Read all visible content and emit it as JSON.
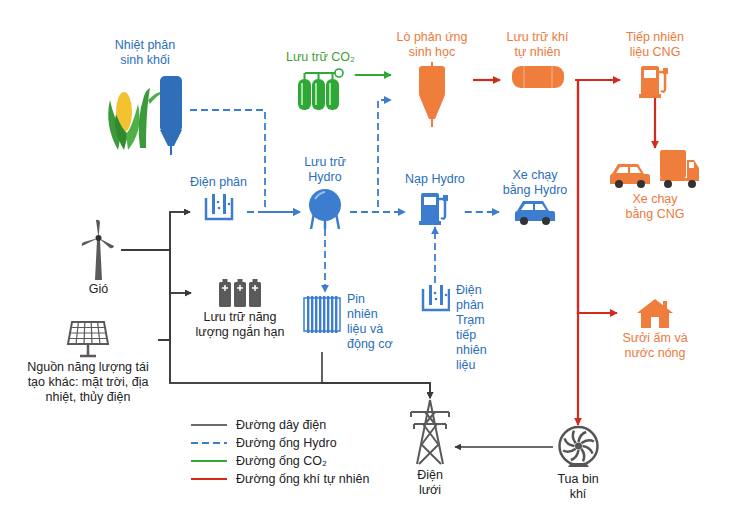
{
  "diagram": {
    "nodes": [
      {
        "text": [
          "Nhiệt phân sinh khối"
        ]
      },
      {
        "text": [
          "Lưu trữ CO₂"
        ]
      },
      {
        "text": [
          "Lò phản ứng sinh học"
        ]
      },
      {
        "text": [
          "Lưu trữ khí tự nhiên"
        ]
      },
      {
        "text": [
          "Tiếp nhiên liệu CNG"
        ]
      },
      {
        "text": [
          "Xe chạy bằng CNG"
        ]
      },
      {
        "text": [
          "Điện phân"
        ]
      },
      {
        "text": [
          "Lưu trữ Hydro"
        ]
      },
      {
        "text": [
          "Nạp Hydro"
        ]
      },
      {
        "text": [
          "Xe chạy bằng Hydro"
        ]
      },
      {
        "text": [
          "Gió"
        ]
      },
      {
        "text": [
          "Nguồn năng lượng tái tạo khác: mặt trời, địa nhiệt, thủy điện"
        ]
      },
      {
        "text": [
          "Lưu trữ năng lượng ngắn hạn"
        ]
      },
      {
        "text": [
          "Pin nhiên liệu và động cơ"
        ]
      },
      {
        "text": [
          "Điện phân Trạm tiếp nhiên liệu"
        ]
      },
      {
        "text": [
          "Sưởi ấm và nước nóng"
        ]
      },
      {
        "text": [
          "Điện lưới"
        ]
      },
      {
        "text": [
          "Tua bin khí"
        ]
      }
    ],
    "edges": [
      {
        "from": 10,
        "to": 6,
        "arrow": "to"
      },
      {
        "from": 10,
        "to": 12,
        "arrow": "to"
      },
      {
        "from": 10,
        "to": 16,
        "arrow": "to"
      },
      {
        "from": 11,
        "to": 6,
        "arrow": "to"
      },
      {
        "from": 11,
        "to": 12,
        "arrow": "to"
      },
      {
        "from": 11,
        "to": 16,
        "arrow": "to"
      },
      {
        "from": 13,
        "to": 16,
        "arrow": "to"
      },
      {
        "from": 17,
        "to": 16,
        "arrow": "to"
      },
      {
        "from": 0,
        "to": 7,
        "arrow": "to"
      },
      {
        "from": 6,
        "to": 7,
        "arrow": "to"
      },
      {
        "from": 7,
        "to": 8,
        "arrow": "to"
      },
      {
        "from": 7,
        "to": 2,
        "arrow": "to"
      },
      {
        "from": 7,
        "to": 13,
        "arrow": "to"
      },
      {
        "from": 8,
        "to": 9,
        "arrow": "to"
      },
      {
        "from": 14,
        "to": 8,
        "arrow": "to"
      },
      {
        "from": 1,
        "to": 2,
        "arrow": "to"
      },
      {
        "from": 2,
        "to": 3,
        "arrow": "to"
      },
      {
        "from": 3,
        "to": 4,
        "arrow": "to"
      },
      {
        "from": 3,
        "to": 15,
        "arrow": "to"
      },
      {
        "from": 3,
        "to": 17,
        "arrow": "to"
      },
      {
        "from": 4,
        "to": 5,
        "arrow": "to"
      }
    ],
    "legend": [
      {
        "text": "Đường dây điện"
      },
      {
        "text": "Đường ống Hydro"
      },
      {
        "text": "Đường ống CO₂"
      },
      {
        "text": "Đường ống khí tự nhiên"
      }
    ]
  }
}
